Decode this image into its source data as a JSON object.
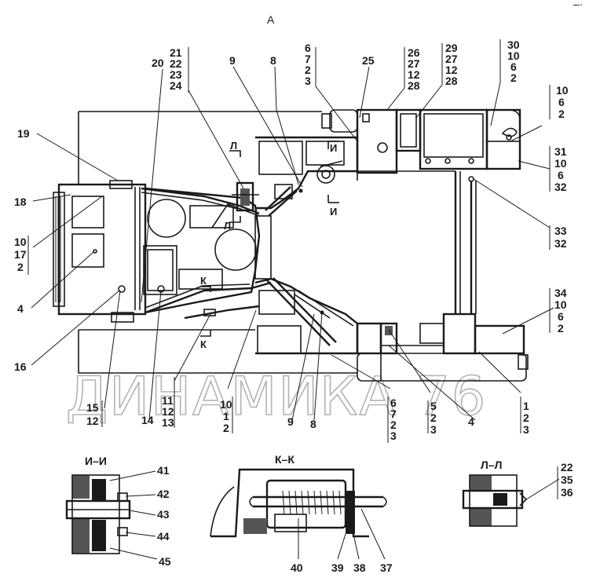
{
  "view_title": "А",
  "top_right_mark": "–·",
  "watermark": "ДИНАМИКА 76",
  "callouts": {
    "c20": "20",
    "c21_24": [
      "21",
      "22",
      "23",
      "24"
    ],
    "c9_top": "9",
    "c8_top": "8",
    "c6_3_top": [
      "6",
      "7",
      "2",
      "3"
    ],
    "c25": "25",
    "c26_28": [
      "26",
      "27",
      "12",
      "28"
    ],
    "c29_28": [
      "29",
      "27",
      "12",
      "28"
    ],
    "c30": [
      "30",
      "10",
      "6",
      "2"
    ],
    "c10_6_2_right": [
      "10",
      "6",
      "2"
    ],
    "c31": [
      "31",
      "10",
      "6",
      "32"
    ],
    "c33": [
      "33",
      "32"
    ],
    "c34": [
      "34",
      "10",
      "6",
      "2"
    ],
    "c19": "19",
    "c18": "18",
    "c10_17_2": [
      "10",
      "17",
      "2"
    ],
    "c4_left": "4",
    "c16": "16",
    "c15_12": [
      "15",
      "12"
    ],
    "c14": "14",
    "c11_13": [
      "11",
      "12",
      "13"
    ],
    "c10_1_2": [
      "10",
      "1",
      "2"
    ],
    "c9_bottom": "9",
    "c8_bottom": "8",
    "c6_3_bottom": [
      "6",
      "7",
      "2",
      "3"
    ],
    "c5_2_3": [
      "5",
      "2",
      "3"
    ],
    "c4_bottom": "4",
    "c1_2_3": [
      "1",
      "2",
      "3"
    ]
  },
  "section_marks": {
    "l_top": "Л",
    "l_bottom": "Л",
    "i_top": "И",
    "i_bottom": "И",
    "k_top": "К",
    "k_bottom": "К"
  },
  "sections": {
    "ii": {
      "title": "И–И",
      "labels": [
        "41",
        "42",
        "43",
        "44",
        "45"
      ]
    },
    "kk": {
      "title": "К–К",
      "labels": [
        "40",
        "39",
        "38",
        "37"
      ]
    },
    "ll": {
      "title": "Л–Л",
      "labels": [
        "22",
        "35",
        "36"
      ]
    }
  }
}
